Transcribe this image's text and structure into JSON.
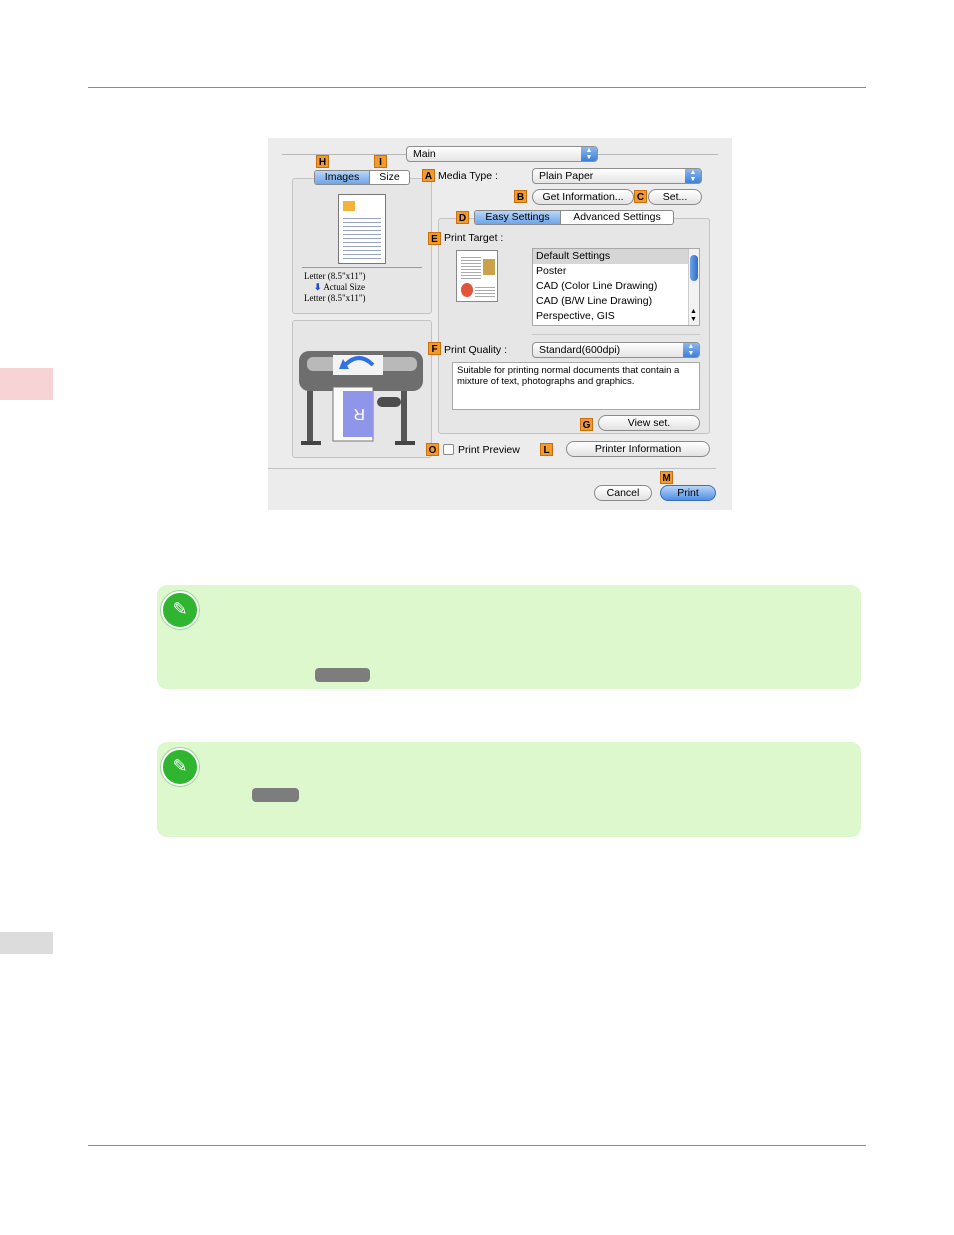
{
  "dialog": {
    "top_menu": "Main",
    "tab_markers": {
      "images": "H",
      "size": "I"
    },
    "view_tabs": [
      "Images",
      "Size"
    ],
    "size_info": {
      "line1": "Letter (8.5\"x11\")",
      "line2": "Actual Size",
      "line3": "Letter (8.5\"x11\")"
    },
    "media_type": {
      "marker": "A",
      "label": "Media Type :",
      "value": "Plain Paper"
    },
    "get_info": {
      "marker": "B",
      "label": "Get Information..."
    },
    "set": {
      "marker": "C",
      "label": "Set..."
    },
    "settings_tabs": {
      "marker": "D",
      "items": [
        "Easy Settings",
        "Advanced Settings"
      ]
    },
    "print_target": {
      "marker": "E",
      "label": "Print Target :",
      "options": [
        "Default Settings",
        "Poster",
        "CAD (Color Line Drawing)",
        "CAD (B/W Line Drawing)",
        "Perspective, GIS"
      ],
      "selected": "Default Settings"
    },
    "print_quality": {
      "marker": "F",
      "label": "Print Quality :",
      "value": "Standard(600dpi)"
    },
    "description": "Suitable for printing normal documents that contain a mixture of text, photographs and graphics.",
    "view_set": {
      "marker": "G",
      "label": "View set."
    },
    "print_preview": {
      "marker": "O",
      "label": "Print Preview"
    },
    "printer_info": {
      "marker": "L",
      "label": "Printer Information"
    },
    "cancel": "Cancel",
    "print": {
      "marker": "M",
      "label": "Print"
    }
  },
  "colors": {
    "accent_tag": "#f39a2f",
    "note_bg": "#dcf8cc",
    "note_icon": "#2fb52f",
    "side_tab": "#f7d3d5"
  }
}
